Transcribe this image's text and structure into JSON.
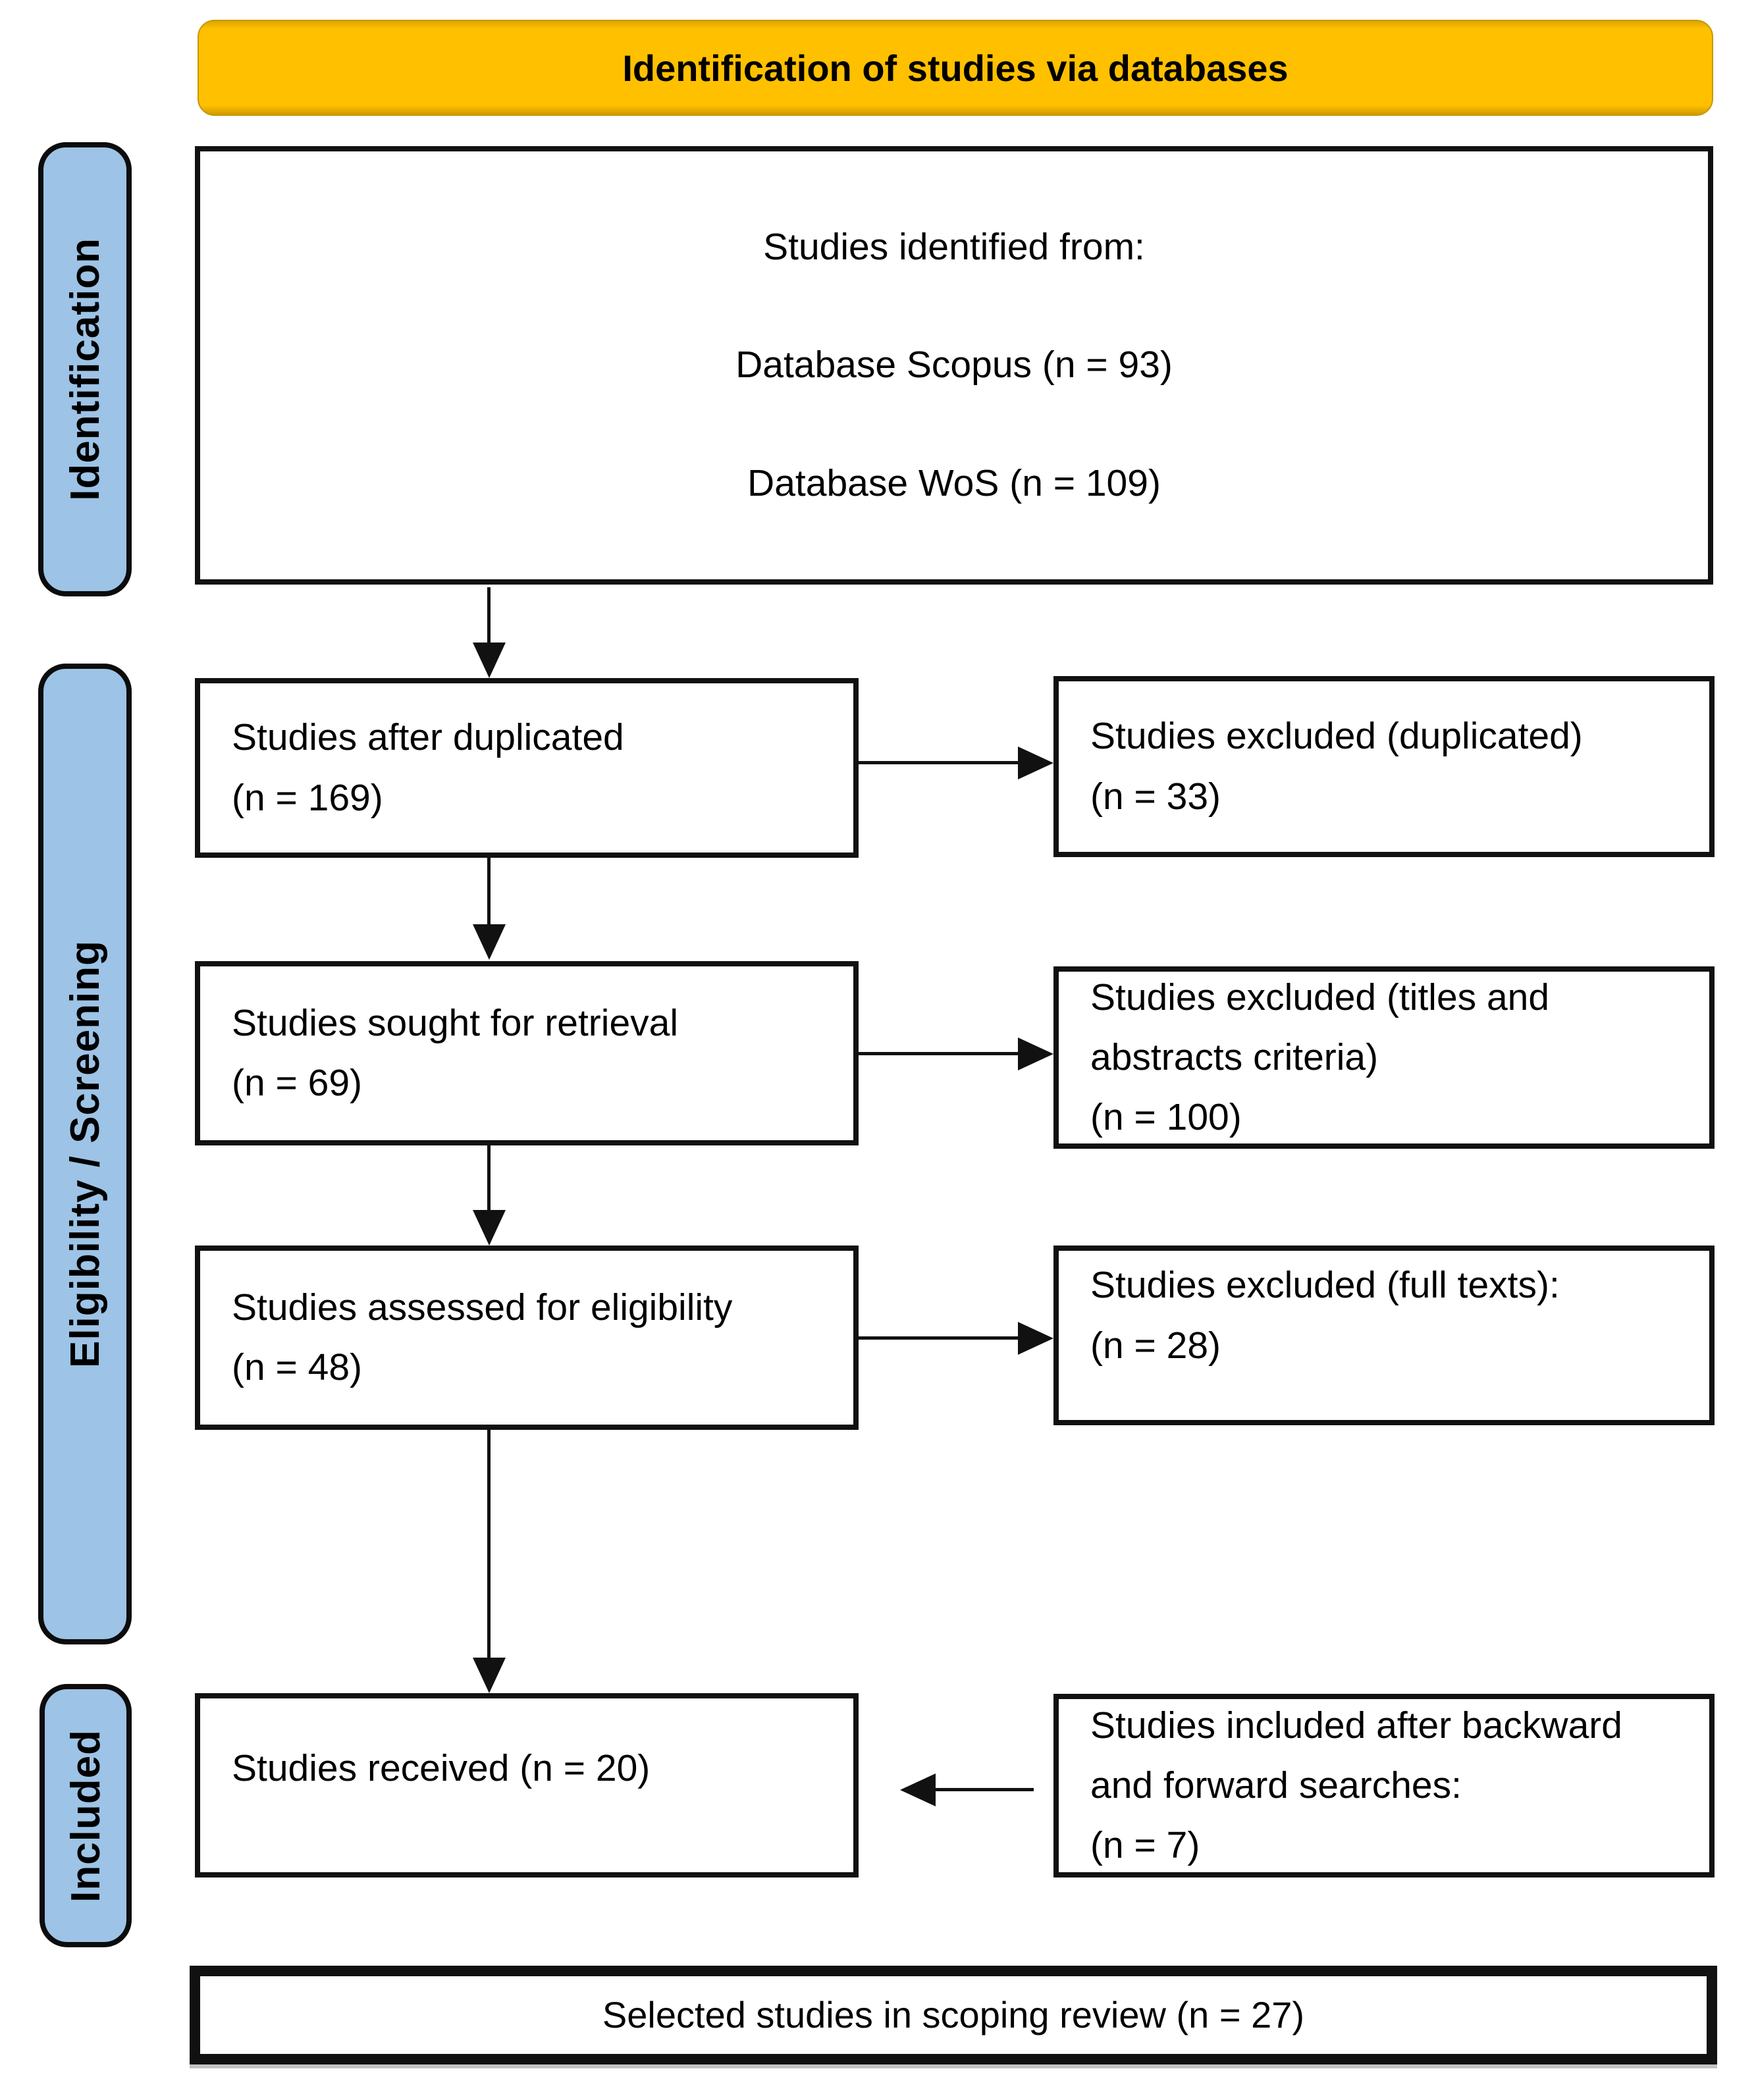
{
  "header": {
    "title": "Identification of studies via databases"
  },
  "sidebar": {
    "identification": "Identification",
    "screening": "Eligibility / Screening",
    "included": "Included"
  },
  "boxes": {
    "identified": {
      "lines": [
        "Studies identified from:",
        "Database Scopus (n = 93)",
        "Database WoS (n = 109)"
      ]
    },
    "after_duplicated": {
      "lines": [
        "Studies after duplicated",
        "(n = 169)"
      ]
    },
    "excluded_duplicated": {
      "lines": [
        "Studies excluded (duplicated)",
        "(n = 33)"
      ]
    },
    "sought_retrieval": {
      "lines": [
        "Studies sought for retrieval",
        "(n = 69)"
      ]
    },
    "excluded_titles": {
      "lines": [
        "Studies excluded (titles and",
        "abstracts criteria)",
        "(n = 100)"
      ]
    },
    "assessed_eligibility": {
      "lines": [
        "Studies assessed for eligibility",
        "(n = 48)"
      ]
    },
    "excluded_fulltexts": {
      "lines": [
        "Studies excluded (full texts):",
        "(n = 28)"
      ]
    },
    "received": {
      "lines": [
        "Studies received (n = 20)"
      ]
    },
    "backward_forward": {
      "lines": [
        "Studies included after backward",
        "and forward searches:",
        "(n = 7)"
      ]
    },
    "selected": {
      "lines": [
        "Selected studies in scoping review (n = 27)"
      ]
    }
  },
  "colors": {
    "header_bg": "#FFC000",
    "stage_label_bg": "#9DC3E6",
    "box_border": "#111111",
    "box_bg": "#FFFFFF",
    "text": "#000000"
  }
}
